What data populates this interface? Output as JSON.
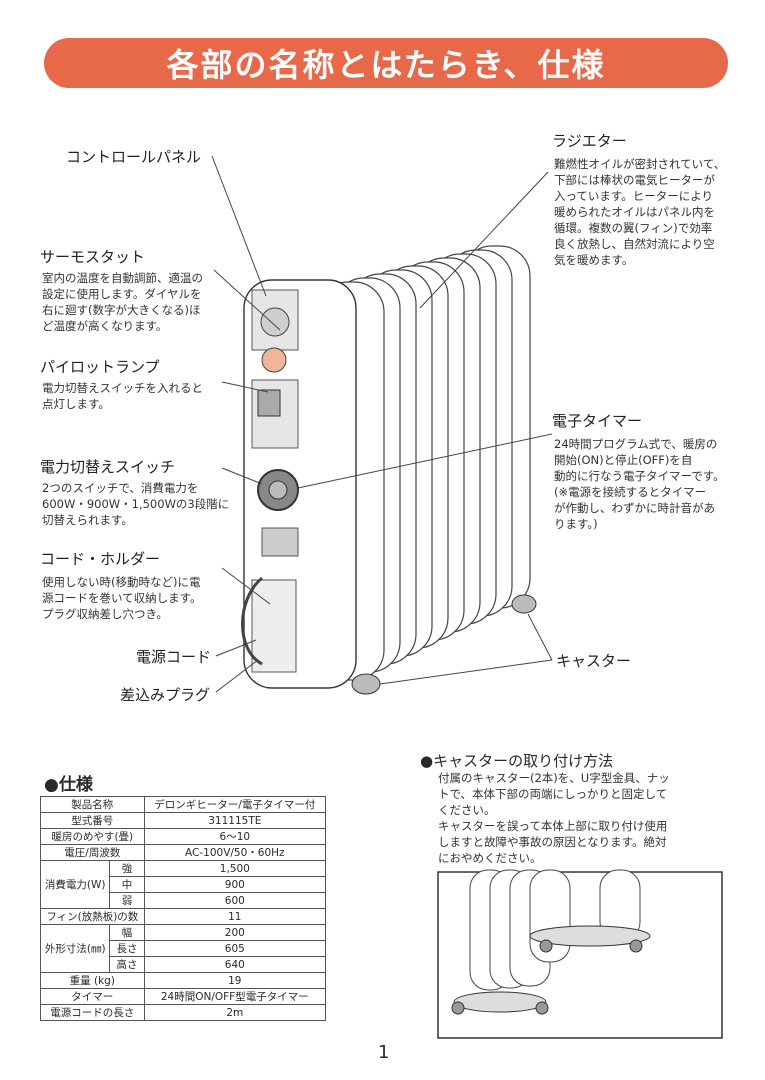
{
  "title": "各部の名称とはたらき、仕様",
  "parts": {
    "control_panel": {
      "label": "コントロールパネル"
    },
    "thermostat": {
      "label": "サーモスタット",
      "lines": [
        "室内の温度を自動調節、適温の",
        "設定に使用します。ダイヤルを",
        "右に廻す(数字が大きくなる)ほ",
        "ど温度が高くなります。"
      ]
    },
    "pilot_lamp": {
      "label": "パイロットランプ",
      "lines": [
        "電力切替えスイッチを入れると",
        "点灯します。"
      ]
    },
    "power_switch": {
      "label": "電力切替えスイッチ",
      "lines": [
        "2つのスイッチで、消費電力を",
        "600W・900W・1,500Wの3段階に",
        "切替えられます。"
      ]
    },
    "cord_holder": {
      "label": "コード・ホルダー",
      "lines": [
        "使用しない時(移動時など)に電",
        "源コードを巻いて収納します。",
        "プラグ収納差し穴つき。"
      ]
    },
    "power_cord": {
      "label": "電源コード"
    },
    "plug": {
      "label": "差込みプラグ"
    },
    "radiator": {
      "label": "ラジエター",
      "lines": [
        "難燃性オイルが密封されていて、",
        "下部には棒状の電気ヒーターが",
        "入っています。ヒーターにより",
        "暖められたオイルはパネル内を",
        "循環。複数の翼(フィン)で効率",
        "良く放熱し、自然対流により空",
        "気を暖めます。"
      ]
    },
    "timer": {
      "label": "電子タイマー",
      "lines": [
        "24時間プログラム式で、暖房の",
        "開始(ON)と停止(OFF)を自",
        "動的に行なう電子タイマーです。",
        "(※電源を接続するとタイマー",
        "が作動し、わずかに時計音があ",
        "ります。)"
      ]
    },
    "caster": {
      "label": "キャスター"
    }
  },
  "specs": {
    "title": "●仕様",
    "rows": {
      "product_name": [
        "製品名称",
        "デロンギヒーター/電子タイマー付"
      ],
      "model": [
        "型式番号",
        "311115TE"
      ],
      "room_size": [
        "暖房のめやす(畳)",
        "6〜10"
      ],
      "voltage": [
        "電圧/周波数",
        "AC-100V/50・60Hz"
      ],
      "power_group": "消費電力(W)",
      "power_strong": [
        "強",
        "1,500"
      ],
      "power_mid": [
        "中",
        "900"
      ],
      "power_weak": [
        "弱",
        "600"
      ],
      "fins": [
        "フィン(放熱板)の数",
        "11"
      ],
      "size_group": "外形寸法(㎜)",
      "width": [
        "幅",
        "200"
      ],
      "length": [
        "長さ",
        "605"
      ],
      "height": [
        "高さ",
        "640"
      ],
      "weight": [
        "重量 (kg)",
        "19"
      ],
      "timer": [
        "タイマー",
        "24時間ON/OFF型電子タイマー"
      ],
      "cord_length": [
        "電源コードの長さ",
        "2m"
      ]
    }
  },
  "caster_install": {
    "title": "●キャスターの取り付け方法",
    "lines": [
      "付属のキャスター(2本)を、U字型金具、ナッ",
      "トで、本体下部の両端にしっかりと固定して",
      "ください。",
      "キャスターを誤って本体上部に取り付け使用",
      "しますと故障や事故の原因となります。絶対",
      "におやめください。"
    ]
  },
  "page_number": "1",
  "colors": {
    "banner": "#e8684a",
    "lamp": "#f0b59a"
  }
}
